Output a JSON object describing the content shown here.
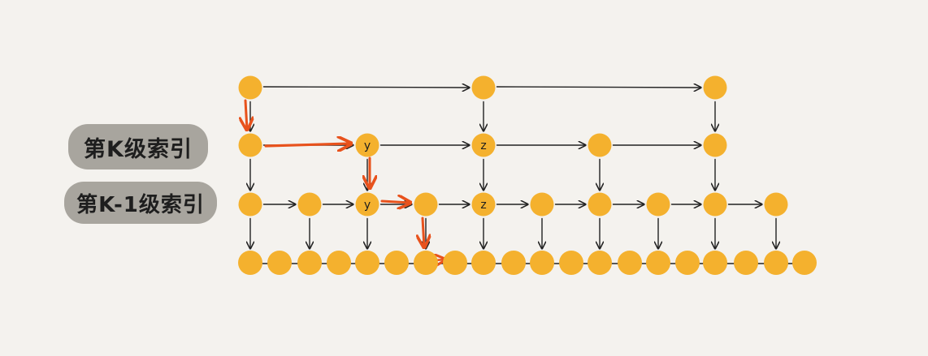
{
  "labels": {
    "level_k": "第K级索引",
    "level_k_minus_1": "第K-1级索引"
  },
  "node_labels": {
    "y": "y",
    "z": "z"
  },
  "colors": {
    "background": "#f4f2ee",
    "node": "#f4b12e",
    "arrow": "#222222",
    "search_path": "#e8521c",
    "label_pill": "#a8a59e"
  }
}
